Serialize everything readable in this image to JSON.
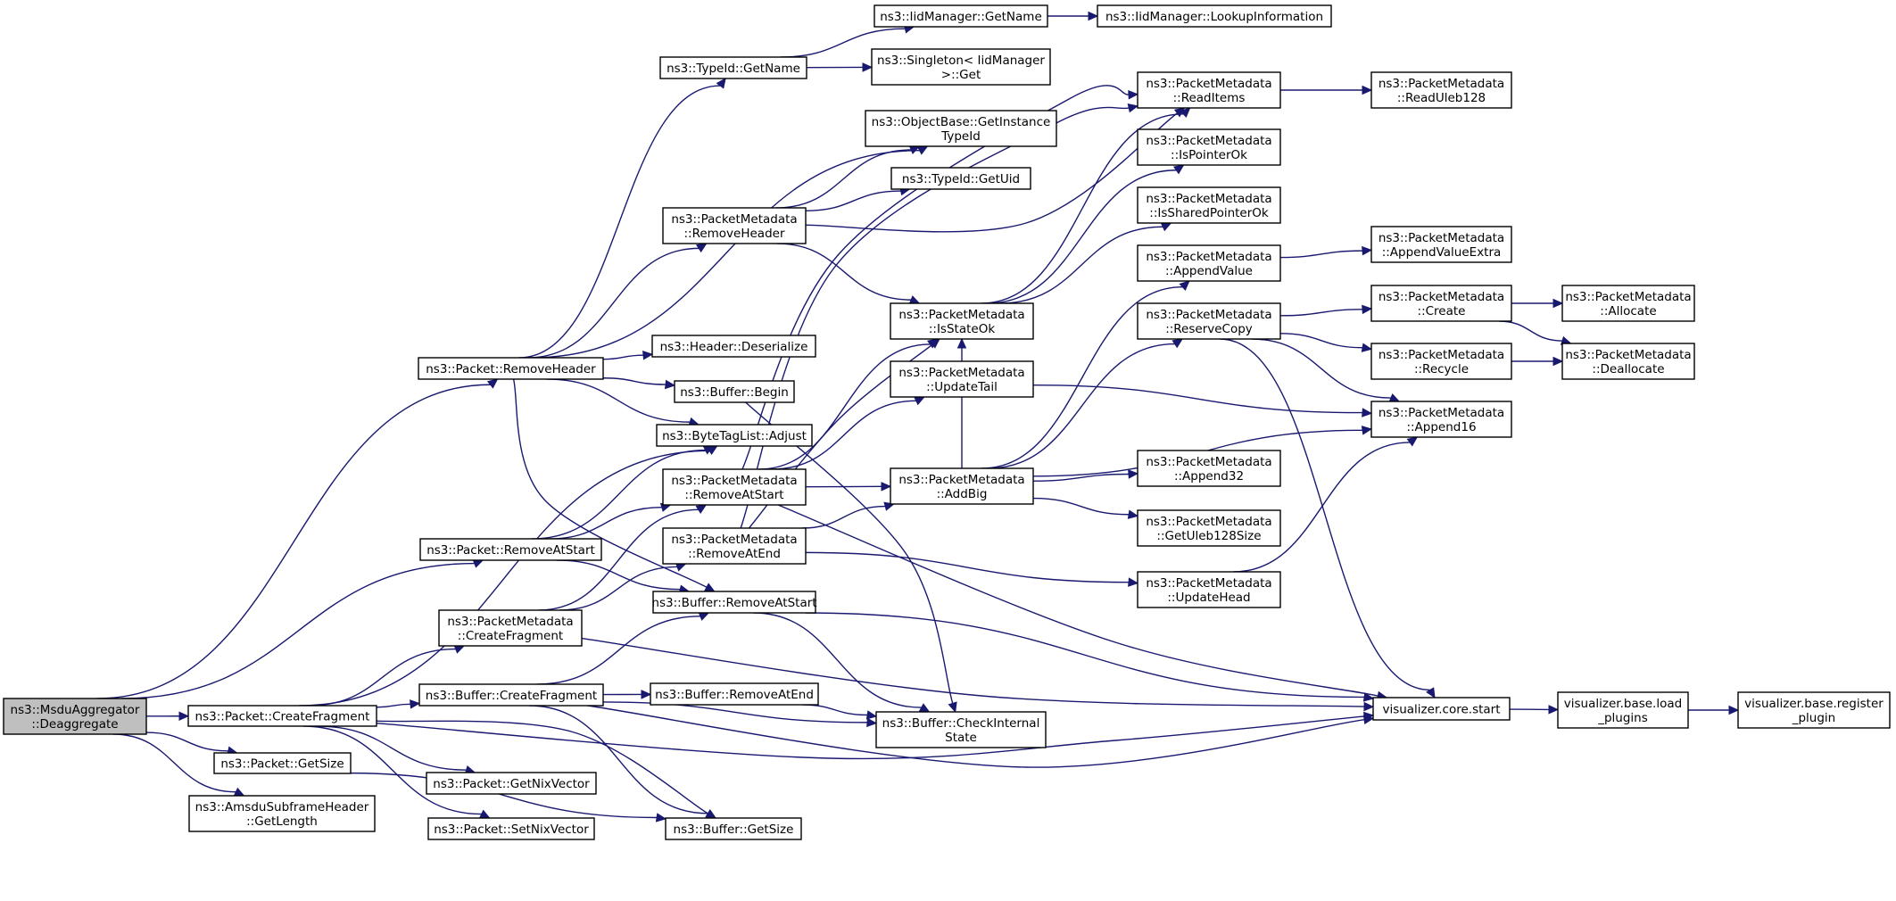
{
  "diagram": {
    "nodes": [
      {
        "id": "deaggregate",
        "lines": [
          "ns3::MsduAggregator",
          "::Deaggregate"
        ],
        "root": true
      },
      {
        "id": "pkt_createfragment",
        "lines": [
          "ns3::Packet::CreateFragment"
        ]
      },
      {
        "id": "pkt_getsize",
        "lines": [
          "ns3::Packet::GetSize"
        ]
      },
      {
        "id": "amsdu_getlength",
        "lines": [
          "ns3::AmsduSubframeHeader",
          "::GetLength"
        ]
      },
      {
        "id": "pkt_removeheader",
        "lines": [
          "ns3::Packet::RemoveHeader"
        ]
      },
      {
        "id": "pkt_removeatstart",
        "lines": [
          "ns3::Packet::RemoveAtStart"
        ]
      },
      {
        "id": "pm_createfragment",
        "lines": [
          "ns3::PacketMetadata",
          "::CreateFragment"
        ]
      },
      {
        "id": "buf_createfragment",
        "lines": [
          "ns3::Buffer::CreateFragment"
        ]
      },
      {
        "id": "pkt_getnixvector",
        "lines": [
          "ns3::Packet::GetNixVector"
        ]
      },
      {
        "id": "pkt_setnixvector",
        "lines": [
          "ns3::Packet::SetNixVector"
        ]
      },
      {
        "id": "typeid_getname",
        "lines": [
          "ns3::TypeId::GetName"
        ]
      },
      {
        "id": "header_deserialize",
        "lines": [
          "ns3::Header::Deserialize"
        ]
      },
      {
        "id": "buf_begin",
        "lines": [
          "ns3::Buffer::Begin"
        ]
      },
      {
        "id": "btl_adjust",
        "lines": [
          "ns3::ByteTagList::Adjust"
        ]
      },
      {
        "id": "pm_removeheader",
        "lines": [
          "ns3::PacketMetadata",
          "::RemoveHeader"
        ]
      },
      {
        "id": "pm_removeatstart",
        "lines": [
          "ns3::PacketMetadata",
          "::RemoveAtStart"
        ]
      },
      {
        "id": "pm_removeatend",
        "lines": [
          "ns3::PacketMetadata",
          "::RemoveAtEnd"
        ]
      },
      {
        "id": "buf_removeatstart",
        "lines": [
          "ns3::Buffer::RemoveAtStart"
        ]
      },
      {
        "id": "buf_removeatend",
        "lines": [
          "ns3::Buffer::RemoveAtEnd"
        ]
      },
      {
        "id": "buf_getsize",
        "lines": [
          "ns3::Buffer::GetSize"
        ]
      },
      {
        "id": "iid_getname",
        "lines": [
          "ns3::IidManager::GetName"
        ]
      },
      {
        "id": "singleton_get",
        "lines": [
          "ns3::Singleton< IidManager",
          ">::Get"
        ]
      },
      {
        "id": "objbase_gettypeid",
        "lines": [
          "ns3::ObjectBase::GetInstance",
          "TypeId"
        ]
      },
      {
        "id": "typeid_getuid",
        "lines": [
          "ns3::TypeId::GetUid"
        ]
      },
      {
        "id": "pm_isstateok",
        "lines": [
          "ns3::PacketMetadata",
          "::IsStateOk"
        ]
      },
      {
        "id": "pm_updatetail",
        "lines": [
          "ns3::PacketMetadata",
          "::UpdateTail"
        ]
      },
      {
        "id": "pm_addbig",
        "lines": [
          "ns3::PacketMetadata",
          "::AddBig"
        ]
      },
      {
        "id": "buf_checkinternalstate",
        "lines": [
          "ns3::Buffer::CheckInternal",
          "State"
        ]
      },
      {
        "id": "iid_lookupinformation",
        "lines": [
          "ns3::IidManager::LookupInformation"
        ]
      },
      {
        "id": "pm_readitems",
        "lines": [
          "ns3::PacketMetadata",
          "::ReadItems"
        ]
      },
      {
        "id": "pm_ispointerok",
        "lines": [
          "ns3::PacketMetadata",
          "::IsPointerOk"
        ]
      },
      {
        "id": "pm_issharedpointerok",
        "lines": [
          "ns3::PacketMetadata",
          "::IsSharedPointerOk"
        ]
      },
      {
        "id": "pm_appendvalue",
        "lines": [
          "ns3::PacketMetadata",
          "::AppendValue"
        ]
      },
      {
        "id": "pm_reservecopy",
        "lines": [
          "ns3::PacketMetadata",
          "::ReserveCopy"
        ]
      },
      {
        "id": "pm_append32",
        "lines": [
          "ns3::PacketMetadata",
          "::Append32"
        ]
      },
      {
        "id": "pm_getuleb128size",
        "lines": [
          "ns3::PacketMetadata",
          "::GetUleb128Size"
        ]
      },
      {
        "id": "pm_updatehead",
        "lines": [
          "ns3::PacketMetadata",
          "::UpdateHead"
        ]
      },
      {
        "id": "pm_readuleb128",
        "lines": [
          "ns3::PacketMetadata",
          "::ReadUleb128"
        ]
      },
      {
        "id": "pm_appendvalueextra",
        "lines": [
          "ns3::PacketMetadata",
          "::AppendValueExtra"
        ]
      },
      {
        "id": "pm_create",
        "lines": [
          "ns3::PacketMetadata",
          "::Create"
        ]
      },
      {
        "id": "pm_recycle",
        "lines": [
          "ns3::PacketMetadata",
          "::Recycle"
        ]
      },
      {
        "id": "pm_append16",
        "lines": [
          "ns3::PacketMetadata",
          "::Append16"
        ]
      },
      {
        "id": "vis_core_start",
        "lines": [
          "visualizer.core.start"
        ]
      },
      {
        "id": "pm_allocate",
        "lines": [
          "ns3::PacketMetadata",
          "::Allocate"
        ]
      },
      {
        "id": "pm_deallocate",
        "lines": [
          "ns3::PacketMetadata",
          "::Deallocate"
        ]
      },
      {
        "id": "vis_load_plugins",
        "lines": [
          "visualizer.base.load",
          "_plugins"
        ]
      },
      {
        "id": "vis_register_plugin",
        "lines": [
          "visualizer.base.register",
          "_plugin"
        ]
      }
    ],
    "edges": [
      [
        "deaggregate",
        "pkt_createfragment"
      ],
      [
        "deaggregate",
        "pkt_getsize"
      ],
      [
        "deaggregate",
        "amsdu_getlength"
      ],
      [
        "deaggregate",
        "pkt_removeheader"
      ],
      [
        "deaggregate",
        "pkt_removeatstart"
      ],
      [
        "pkt_createfragment",
        "pm_createfragment"
      ],
      [
        "pkt_createfragment",
        "buf_createfragment"
      ],
      [
        "pkt_createfragment",
        "pkt_getnixvector"
      ],
      [
        "pkt_createfragment",
        "pkt_setnixvector"
      ],
      [
        "pkt_createfragment",
        "btl_adjust"
      ],
      [
        "pkt_createfragment",
        "buf_getsize"
      ],
      [
        "pkt_createfragment",
        "vis_core_start"
      ],
      [
        "pkt_getsize",
        "buf_getsize"
      ],
      [
        "pkt_removeheader",
        "typeid_getname"
      ],
      [
        "pkt_removeheader",
        "objbase_gettypeid"
      ],
      [
        "pkt_removeheader",
        "pm_removeheader"
      ],
      [
        "pkt_removeheader",
        "header_deserialize"
      ],
      [
        "pkt_removeheader",
        "buf_begin"
      ],
      [
        "pkt_removeheader",
        "btl_adjust"
      ],
      [
        "pkt_removeheader",
        "buf_removeatstart"
      ],
      [
        "pkt_removeatstart",
        "btl_adjust"
      ],
      [
        "pkt_removeatstart",
        "pm_removeatstart"
      ],
      [
        "pkt_removeatstart",
        "buf_removeatstart"
      ],
      [
        "pm_createfragment",
        "pm_removeatstart"
      ],
      [
        "pm_createfragment",
        "pm_removeatend"
      ],
      [
        "pm_createfragment",
        "vis_core_start"
      ],
      [
        "buf_createfragment",
        "buf_removeatstart"
      ],
      [
        "buf_createfragment",
        "buf_removeatend"
      ],
      [
        "buf_createfragment",
        "buf_checkinternalstate"
      ],
      [
        "buf_createfragment",
        "buf_getsize"
      ],
      [
        "buf_createfragment",
        "vis_core_start"
      ],
      [
        "typeid_getname",
        "iid_getname"
      ],
      [
        "typeid_getname",
        "singleton_get"
      ],
      [
        "iid_getname",
        "iid_lookupinformation"
      ],
      [
        "buf_begin",
        "buf_checkinternalstate"
      ],
      [
        "pm_removeheader",
        "objbase_gettypeid"
      ],
      [
        "pm_removeheader",
        "typeid_getuid"
      ],
      [
        "pm_removeheader",
        "pm_readitems"
      ],
      [
        "pm_removeheader",
        "pm_isstateok"
      ],
      [
        "pm_removeatstart",
        "pm_isstateok"
      ],
      [
        "pm_removeatstart",
        "pm_updatetail"
      ],
      [
        "pm_removeatstart",
        "pm_addbig"
      ],
      [
        "pm_removeatstart",
        "pm_readitems"
      ],
      [
        "pm_removeatstart",
        "vis_core_start"
      ],
      [
        "pm_removeatend",
        "pm_isstateok"
      ],
      [
        "pm_removeatend",
        "pm_addbig"
      ],
      [
        "pm_removeatend",
        "pm_readitems"
      ],
      [
        "pm_removeatend",
        "pm_updatehead"
      ],
      [
        "buf_removeatstart",
        "buf_checkinternalstate"
      ],
      [
        "buf_removeatstart",
        "vis_core_start"
      ],
      [
        "buf_removeatend",
        "buf_checkinternalstate"
      ],
      [
        "pm_isstateok",
        "pm_readitems"
      ],
      [
        "pm_isstateok",
        "pm_ispointerok"
      ],
      [
        "pm_isstateok",
        "pm_issharedpointerok"
      ],
      [
        "pm_updatetail",
        "pm_append16"
      ],
      [
        "pm_addbig",
        "pm_isstateok"
      ],
      [
        "pm_addbig",
        "pm_appendvalue"
      ],
      [
        "pm_addbig",
        "pm_reservecopy"
      ],
      [
        "pm_addbig",
        "pm_append16"
      ],
      [
        "pm_addbig",
        "pm_append32"
      ],
      [
        "pm_addbig",
        "pm_getuleb128size"
      ],
      [
        "pm_readitems",
        "pm_readuleb128"
      ],
      [
        "pm_appendvalue",
        "pm_appendvalueextra"
      ],
      [
        "pm_reservecopy",
        "pm_create"
      ],
      [
        "pm_reservecopy",
        "pm_recycle"
      ],
      [
        "pm_reservecopy",
        "pm_append16"
      ],
      [
        "pm_reservecopy",
        "vis_core_start"
      ],
      [
        "pm_updatehead",
        "pm_append16"
      ],
      [
        "pm_create",
        "pm_allocate"
      ],
      [
        "pm_create",
        "pm_deallocate"
      ],
      [
        "pm_recycle",
        "pm_deallocate"
      ],
      [
        "vis_core_start",
        "vis_load_plugins"
      ],
      [
        "vis_load_plugins",
        "vis_register_plugin"
      ]
    ]
  }
}
